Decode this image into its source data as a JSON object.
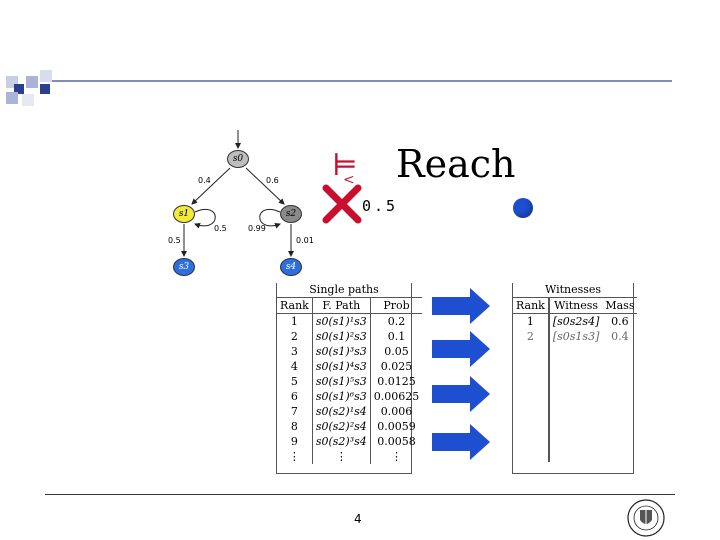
{
  "slide": {
    "title_symbol": "⊨",
    "title_word": "Reach",
    "threshold_op": "<",
    "threshold_value": "0.5",
    "page_number": "4"
  },
  "graph": {
    "nodes": [
      {
        "id": "s0",
        "label": "s0",
        "color": "#bdbdbd"
      },
      {
        "id": "s1",
        "label": "s1",
        "color": "#f2ea3a"
      },
      {
        "id": "s2",
        "label": "s2",
        "color": "#8a8a8a"
      },
      {
        "id": "s3",
        "label": "s3",
        "color": "#2d6fe0"
      },
      {
        "id": "s4",
        "label": "s4",
        "color": "#2d6fe0"
      }
    ],
    "edge_labels": {
      "s0_s1": "0.4",
      "s0_s2": "0.6",
      "s1_self": "0.5",
      "s2_self": "0.99",
      "s1_s3": "0.5",
      "s2_s4": "0.01"
    }
  },
  "single_paths": {
    "title": "Single paths",
    "headers": [
      "Rank",
      "F. Path",
      "Prob"
    ],
    "rows": [
      [
        "1",
        "s0(s1)¹s3",
        "0.2"
      ],
      [
        "2",
        "s0(s1)²s3",
        "0.1"
      ],
      [
        "3",
        "s0(s1)³s3",
        "0.05"
      ],
      [
        "4",
        "s0(s1)⁴s3",
        "0.025"
      ],
      [
        "5",
        "s0(s1)⁵s3",
        "0.0125"
      ],
      [
        "6",
        "s0(s1)⁶s3",
        "0.00625"
      ],
      [
        "7",
        "s0(s2)¹s4",
        "0.006"
      ],
      [
        "8",
        "s0(s2)²s4",
        "0.0059"
      ],
      [
        "9",
        "s0(s2)³s4",
        "0.0058"
      ],
      [
        "⋮",
        "⋮",
        "⋮"
      ]
    ]
  },
  "witnesses": {
    "title": "Witnesses",
    "headers": [
      "Rank",
      "Witness",
      "Mass"
    ],
    "rows": [
      [
        "1",
        "[s0s2s4]",
        "0.6"
      ],
      [
        "2",
        "[s0s1s3]",
        "0.4"
      ]
    ]
  },
  "colors": {
    "accent_blue": "#1f4fd1",
    "deco_blue": "#2b3f8f",
    "deco_light": "#a9b4d8",
    "cross_red": "#c8102e"
  }
}
